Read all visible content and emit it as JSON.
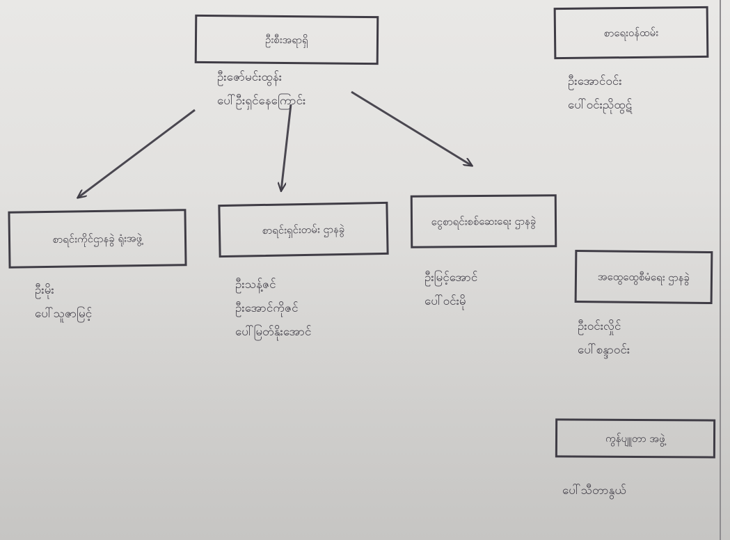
{
  "nodes": {
    "top": {
      "title": "ဦးစီးအရာရှိ",
      "lines": [
        "ဦးဇော်မင်းထွန်း",
        "ပေါ်ဦးရှင်နေကြောင်း"
      ]
    },
    "right_top": {
      "title": "စာရေးဝန်ထမ်း",
      "lines": [
        "ဦးအောင်ဝင်း",
        "ပေါ်ဝင်းညိုထွဋ်"
      ]
    },
    "branch1": {
      "title": "စာရင်းကိုင်ဌာနခွဲ ရုံးအဖွဲ့",
      "lines": [
        "ဦးမိုး",
        "ပေါ်သူဇာမြင့်"
      ]
    },
    "branch2": {
      "title": "စာရင်းရှင်းတမ်း ဌာနခွဲ",
      "lines": [
        "ဦးသန့်ဇင်",
        "ဦးအောင်ကိုဇင်",
        "ပေါ်မြတ်နိုးအောင်"
      ]
    },
    "branch3": {
      "title": "ငွေစာရင်းစစ်ဆေးရေး ဌာနခွဲ",
      "lines": [
        "ဦးမြင့်အောင်",
        "ပေါ်ဝင်းမို"
      ]
    },
    "right_mid": {
      "title": "အထွေထွေစီမံရေး ဌာနခွဲ",
      "lines": [
        "ဦးဝင်းလှိုင်",
        "ပေါ်စန္ဒာဝင်း"
      ]
    },
    "right_bottom": {
      "title": "ကွန်ပျူတာ အဖွဲ့",
      "lines": [
        "ပေါ်သီတာနွယ်"
      ]
    }
  },
  "colors": {
    "ink": "#3f3c45",
    "paper": "#e6e5e3"
  }
}
